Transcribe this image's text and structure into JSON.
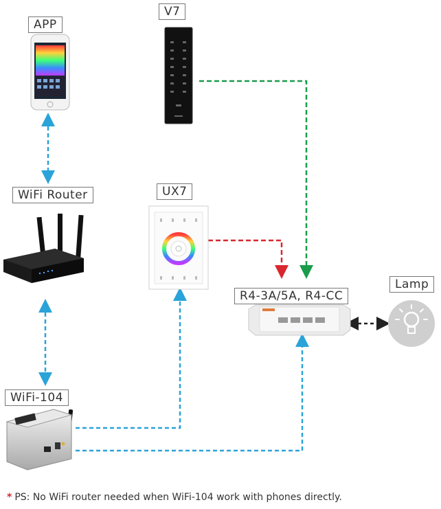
{
  "nodes": {
    "app": "APP",
    "v7": "V7",
    "wifi_router": "WiFi Router",
    "ux7": "UX7",
    "receiver": "R4-3A/5A, R4-CC",
    "lamp": "Lamp",
    "wifi104": "WiFi-104"
  },
  "note": {
    "marker": "*",
    "text": "PS: No WiFi  router needed when WiFi-104 work with phones directly."
  },
  "colors": {
    "blue_link": "#2aa3d9",
    "green_link": "#1a9c4a",
    "red_link": "#d9272e",
    "black_link": "#222222"
  },
  "icons": [
    "phone-app-icon",
    "v7-remote-icon",
    "wifi-router-icon",
    "ux7-panel-icon",
    "receiver-module-icon",
    "lamp-bulb-icon",
    "wifi104-controller-icon"
  ]
}
